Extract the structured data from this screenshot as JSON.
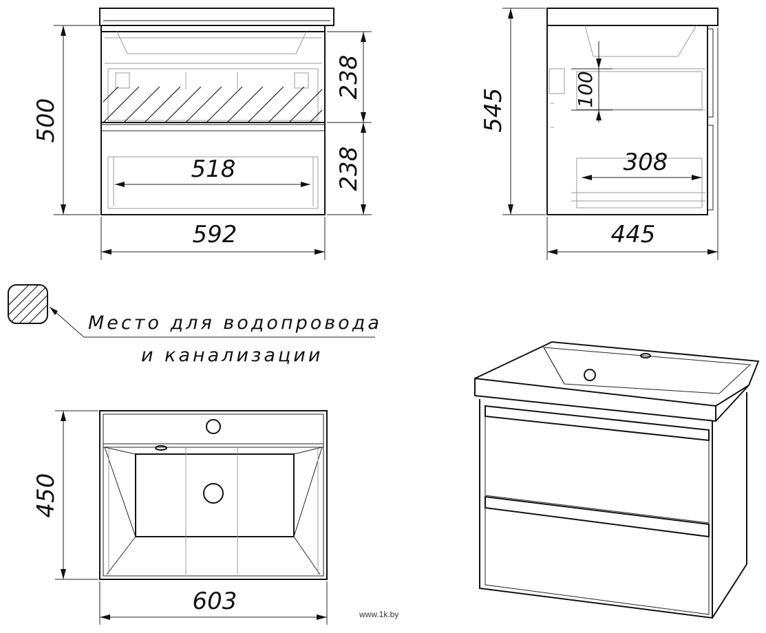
{
  "front_view": {
    "height_total": "500",
    "drawer_top_height": "238",
    "drawer_bottom_height": "238",
    "inner_width": "518",
    "width": "592"
  },
  "side_view": {
    "height": "545",
    "depth": "445",
    "drawer_inner_depth": "308",
    "inset": "100"
  },
  "top_view": {
    "depth": "450",
    "width": "603"
  },
  "legend": {
    "line1": "Место для водопровода",
    "line2": "и канализации"
  },
  "credit": "www.1k.by"
}
